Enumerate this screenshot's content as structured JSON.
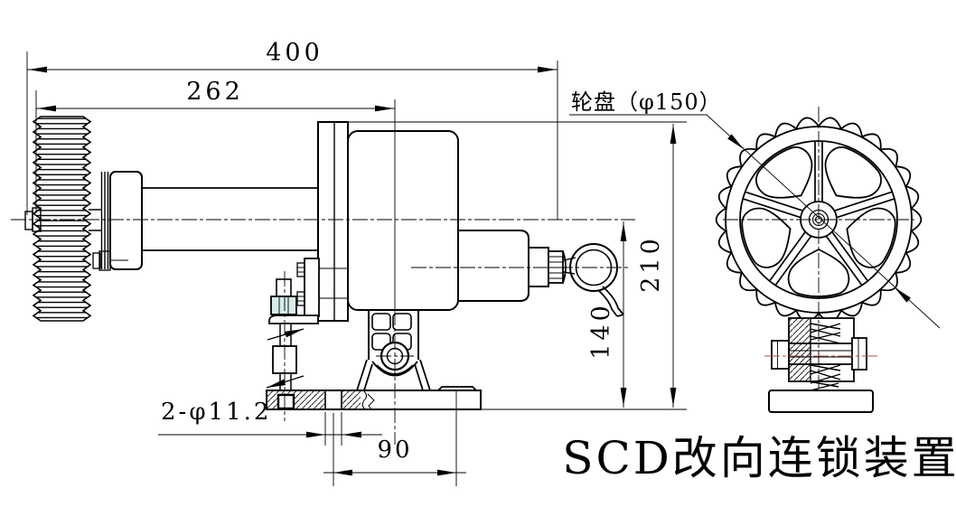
{
  "title": "SCD改向连锁装置",
  "labels": {
    "wheel_disc": "轮盘（φ150）",
    "mount_holes": "2-φ11.2"
  },
  "dimensions": {
    "overall_length": "400",
    "wheel_to_support": "262",
    "overall_height": "210",
    "axis_height": "140",
    "hole_spacing": "90"
  },
  "colors": {
    "line": "#000000",
    "centerline_red": "#a85050",
    "nut_highlight": "#d6edea",
    "background": "#ffffff"
  }
}
